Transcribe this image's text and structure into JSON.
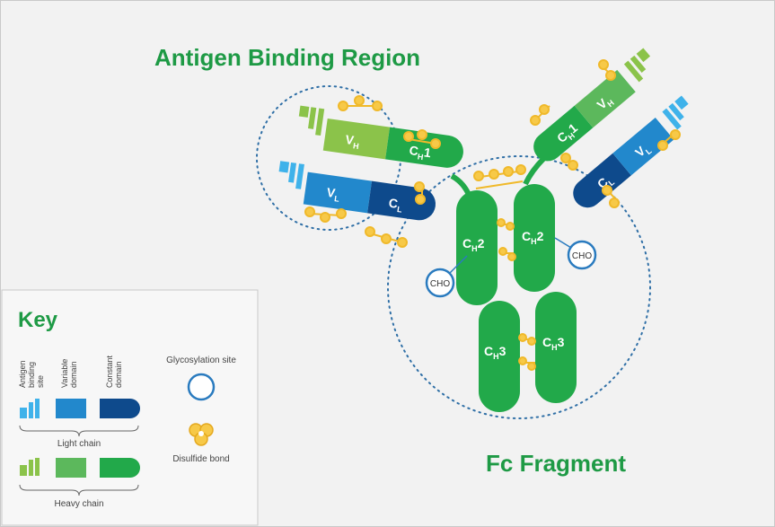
{
  "titles": {
    "antigen": "Antigen Binding Region",
    "fc": "Fc Fragment"
  },
  "domains": {
    "vh_main": "V",
    "vh_main_sub": "H",
    "ch1_main": "C",
    "ch1_main_sub": "H",
    "ch1_main_num": "1",
    "vl_main": "V",
    "vl_main_sub": "L",
    "cl_main": "C",
    "cl_main_sub": "L",
    "ch2": "C",
    "ch2_sub": "H",
    "ch2_num": "2",
    "ch3": "C",
    "ch3_sub": "H",
    "ch3_num": "3",
    "cho": "CHO"
  },
  "key": {
    "title": "Key",
    "col1": [
      "Antigen",
      "binding",
      "site"
    ],
    "col2": [
      "Variable",
      "domain"
    ],
    "col3": [
      "Constant",
      "domain"
    ],
    "light_chain": "Light chain",
    "heavy_chain": "Heavy chain",
    "glycosylation": "Glycosylation site",
    "disulfide": "Disulfide bond"
  },
  "colors": {
    "title_green": "#1e9a45",
    "heavy_light": "#8bc34a",
    "heavy_mid": "#5cb85c",
    "heavy_dark": "#22a94a",
    "light_light": "#3fb2ea",
    "light_mid": "#2288cc",
    "light_dark": "#0e4a8c",
    "bond": "#f7c948",
    "cho_ring": "#2a7bbf",
    "dotted": "#2f6fa6"
  }
}
